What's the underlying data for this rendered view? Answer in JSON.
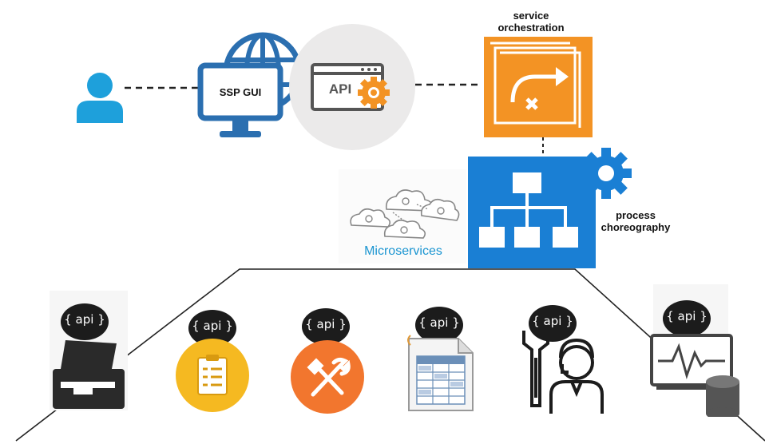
{
  "labels": {
    "ssp_gui": "SSP GUI",
    "api": "API",
    "service_orchestration_line1": "service",
    "service_orchestration_line2": "orchestration",
    "microservices": "Microservices",
    "process_choreography_line1": "process",
    "process_choreography_line2": "choreography"
  },
  "api_badges": [
    "{ api }",
    "{ api }",
    "{ api }",
    "{ api }",
    "{ api }",
    "{ api }"
  ],
  "colors": {
    "blue_monitor": "#2b6fb0",
    "orange": "#f39324",
    "blue_process": "#1a7fd4",
    "user": "#1ea0db",
    "microservices_text": "#1b95d1"
  }
}
